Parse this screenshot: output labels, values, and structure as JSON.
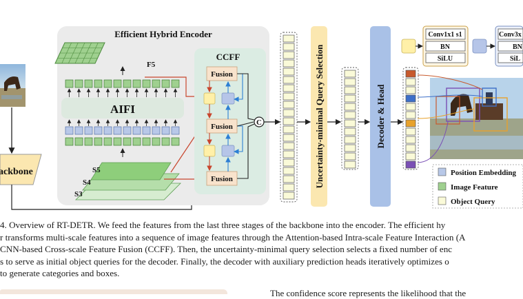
{
  "encoder_title": "Efficient Hybrid Encoder",
  "ccff_title": "CCFF",
  "aifi_label": "AIFI",
  "f5_label": "F5",
  "stage_labels": [
    "S5",
    "S4",
    "S3"
  ],
  "backbone_label": "ackbone",
  "fusion_labels": [
    "Fusion",
    "Fusion",
    "Fusion"
  ],
  "concat_symbol": "C",
  "query_selection_label": "Uncertainty-minimal Query Selection",
  "decoder_label": "Decoder & Head",
  "conv_block_left": [
    "Conv1x1 s1",
    "BN",
    "SiLU"
  ],
  "conv_block_right": [
    "Conv3x",
    "BN",
    "SiL"
  ],
  "legend": [
    {
      "label": "Position Embedding",
      "color": "#b8c8e8"
    },
    {
      "label": "Image Feature",
      "color": "#9fd08f"
    },
    {
      "label": "Object Query",
      "color": "#fafad8"
    }
  ],
  "colors": {
    "ccff_bg": "#dbece3",
    "encoder_bg": "#ebebeb",
    "fusion": "#f8e3cc",
    "decoder": "#a9c1e7",
    "query_selection": "#fbe7b0",
    "yellow_block": "#fff0a8",
    "blue_block": "#b6c5e8",
    "red_arrow": "#c8452d",
    "blue_arrow": "#2d7fd4"
  },
  "caption_lines": [
    "4. Overview of RT-DETR. We feed the features from the last three stages of the backbone into the encoder. The efficient hy",
    "r transforms multi-scale features into a sequence of image features through the Attention-based Intra-scale Feature Interaction (A",
    " CNN-based Cross-scale Feature Fusion (CCFF). Then, the uncertainty-minimal query selection selects a fixed number of enc",
    "s to serve as initial object queries for the decoder. Finally, the decoder with auxiliary prediction heads iteratively optimizes o",
    " to generate categories and boxes."
  ],
  "bottom_text": "The confidence score represents the likelihood that the"
}
